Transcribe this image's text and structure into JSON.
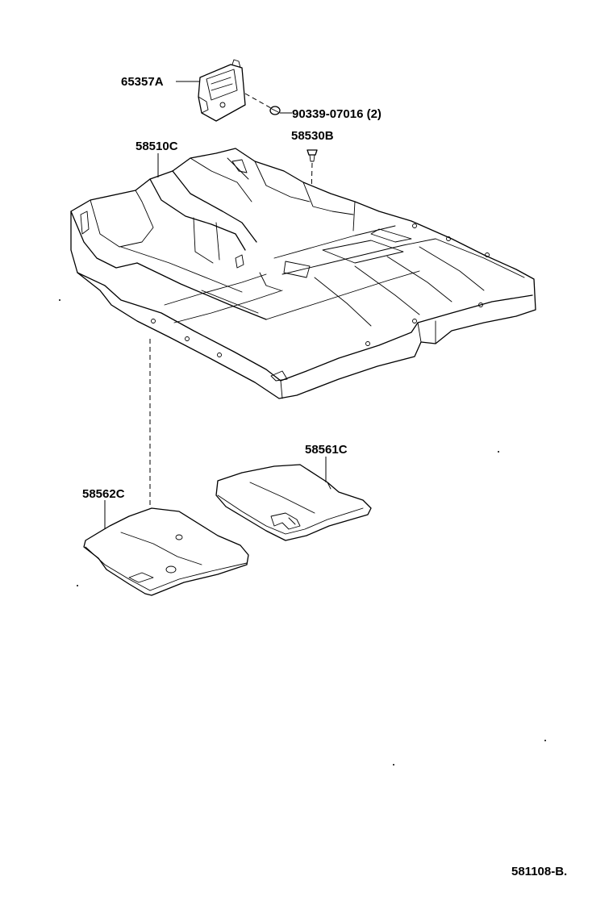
{
  "parts": {
    "bracket": "65357A",
    "clip_bolt": "90339-07016 (2)",
    "fastener": "58530B",
    "floor_carpet": "58510C",
    "right_mat": "58561C",
    "left_mat": "58562C"
  },
  "diagram_code": "581108-B."
}
